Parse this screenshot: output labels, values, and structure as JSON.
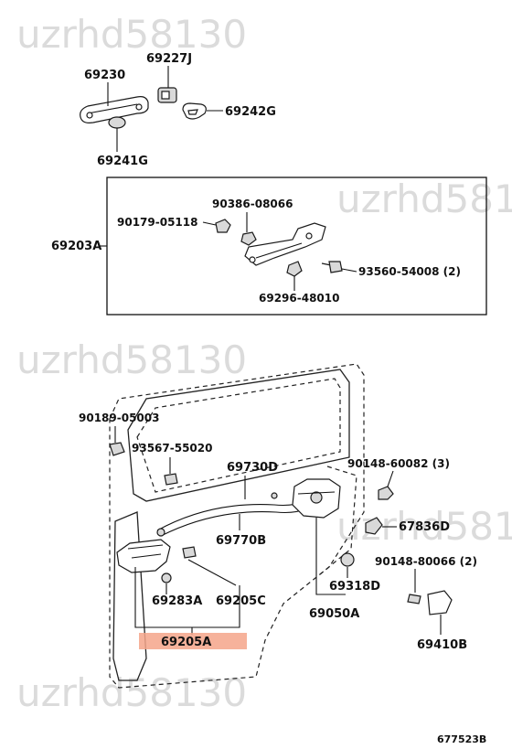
{
  "watermarks": [
    "uzrhd58130",
    "uzrhd581",
    "uzrhd58130",
    "uzrhd581",
    "uzrhd58130"
  ],
  "parts": {
    "p69230": "69230",
    "p69227J": "69227J",
    "p69242G": "69242G",
    "p69241G": "69241G",
    "p69203A": "69203A",
    "p90386": "90386-08066",
    "p90179": "90179-05118",
    "p93560": "93560-54008 (2)",
    "p69296": "69296-48010",
    "p90189": "90189-05003",
    "p93567": "93567-55020",
    "p69730D": "69730D",
    "p90148a": "90148-60082 (3)",
    "p69770B": "69770B",
    "p67836D": "67836D",
    "p90148b": "90148-80066 (2)",
    "p69318D": "69318D",
    "p69283A": "69283A",
    "p69205C": "69205C",
    "p69050A": "69050A",
    "p69410B": "69410B",
    "p69205A": "69205A"
  },
  "highlight_color": "#f4a58a",
  "diagram_id": "677523B"
}
